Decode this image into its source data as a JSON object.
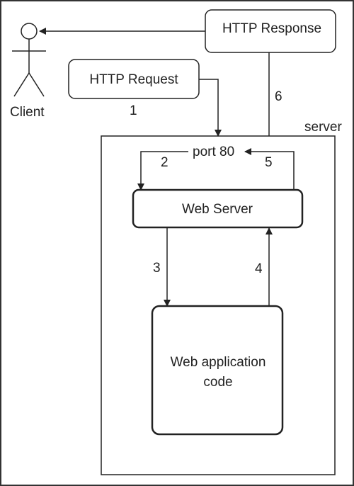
{
  "actors": {
    "client": {
      "label": "Client",
      "icon": "stick-figure-icon"
    }
  },
  "boxes": {
    "http_request": {
      "label": "HTTP Request"
    },
    "http_response": {
      "label": "HTTP Response"
    },
    "web_server": {
      "label": "Web Server"
    },
    "web_app": {
      "line1": "Web application",
      "line2": "code"
    }
  },
  "containers": {
    "server": {
      "label": "server"
    }
  },
  "port": {
    "label": "port 80"
  },
  "steps": {
    "s1": "1",
    "s2": "2",
    "s3": "3",
    "s4": "4",
    "s5": "5",
    "s6": "6"
  },
  "colors": {
    "stroke": "#222222",
    "background": "#ffffff"
  }
}
